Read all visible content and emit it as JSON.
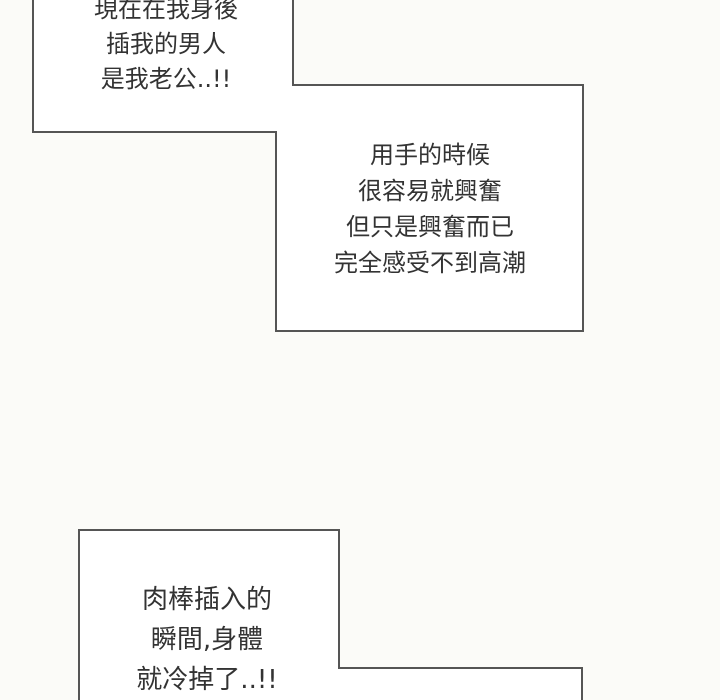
{
  "captions": [
    {
      "lines": [
        "現在在我身後",
        "插我的男人",
        "是我老公..!!"
      ]
    },
    {
      "lines": [
        "用手的時候",
        "很容易就興奮",
        "但只是興奮而已",
        "完全感受不到高潮"
      ]
    },
    {
      "lines": [
        "肉棒插入的",
        "瞬間,身體",
        "就冷掉了..!!"
      ]
    }
  ],
  "colors": {
    "background": "#fbfbf8",
    "box_fill": "#ffffff",
    "box_border": "#555555",
    "text": "#333333"
  }
}
